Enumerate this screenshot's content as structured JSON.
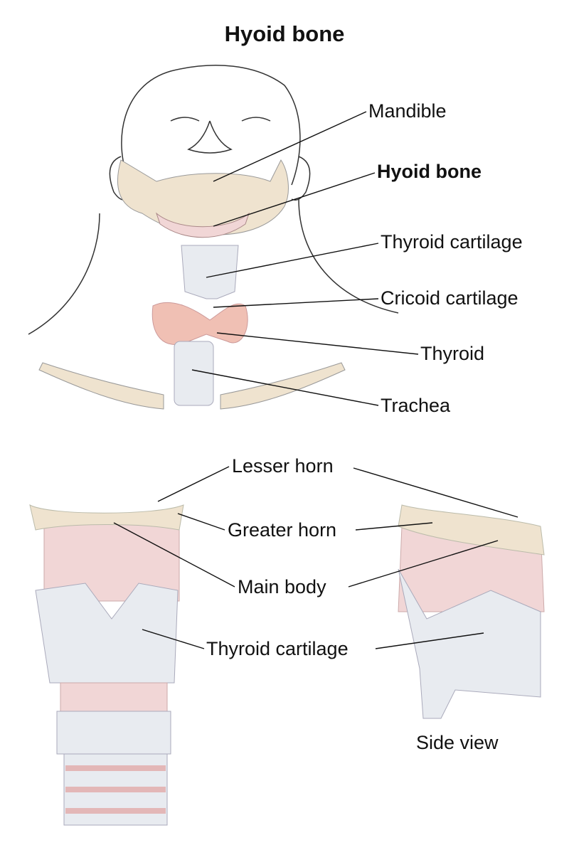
{
  "title": "Hyoid bone",
  "front_view_labels": {
    "mandible": "Mandible",
    "hyoid_bone": "Hyoid bone",
    "thyroid_cartilage": "Thyroid cartilage",
    "cricoid_cartilage": "Cricoid cartilage",
    "thyroid": "Thyroid",
    "trachea": "Trachea"
  },
  "detail_labels": {
    "lesser_horn": "Lesser horn",
    "greater_horn": "Greater horn",
    "main_body": "Main body",
    "thyroid_cartilage": "Thyroid cartilage",
    "side_view": "Side view"
  },
  "colors": {
    "bone": "#efe3cf",
    "cartilage": "#e8ebf0",
    "thyroid_gland": "#f0c0b4",
    "muscle": "#f1d6d6"
  }
}
